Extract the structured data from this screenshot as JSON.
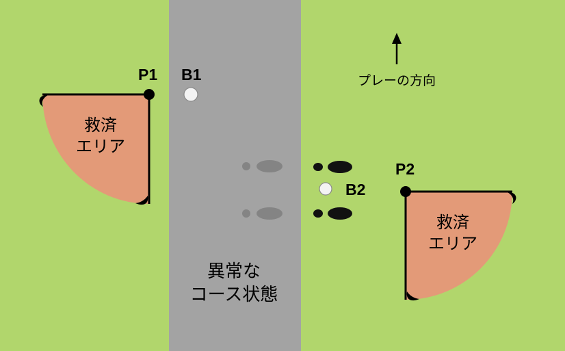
{
  "colors": {
    "grass": "#b1d66c",
    "road": "#a3a3a3",
    "relief_area": "#e39a78",
    "shoe_dark": "#111111",
    "shoe_faded": "#848484",
    "ball": "#f3f3f3",
    "text": "#000000"
  },
  "points": {
    "p1": "P1",
    "p2": "P2"
  },
  "balls": {
    "b1": "B1",
    "b2": "B2"
  },
  "relief_areas": [
    {
      "line1": "救済",
      "line2": "エリア"
    },
    {
      "line1": "救済",
      "line2": "エリア"
    }
  ],
  "play_direction": {
    "icon": "arrow-up-icon",
    "label": "プレーの方向"
  },
  "abnormal_condition": {
    "line1": "異常な",
    "line2": "コース状態"
  },
  "icons": {
    "footprints_dark": "shoe-print-icon",
    "footprints_faded": "shoe-print-icon",
    "ball": "golf-ball-icon"
  }
}
